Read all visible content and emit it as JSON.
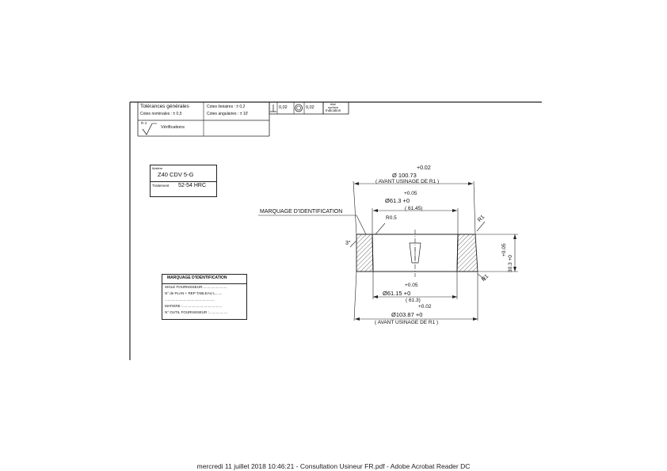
{
  "title_block": {
    "general_tolerances": "Tolérances générales",
    "general_tolerances_sub": "Cotes nominales : ± 0,5",
    "linear_dims": "Cotes linéaires : ± 0,2",
    "angular_dims": "Cotes angulaires : ± 10'",
    "flatness_value": "0,02",
    "circularity_value": "0,02",
    "surface_note_1": "état",
    "surface_note_2": "surface",
    "surface_note_3": "Indication",
    "roughness_value": "R 4",
    "verifications": "Vérifications"
  },
  "material_box": {
    "matiere_label": "Matière",
    "matiere_value": "Z40 CDV 5-G",
    "traitement_label": "Traitement",
    "traitement_value": "52-54 HRC"
  },
  "marking_box": {
    "title": "MARQUAGE D'IDENTIFICATION",
    "line1": "SIGLE FOURNISSEUR.........................",
    "line2": "N° de PLAN + REP TABLEAU L.......",
    "line3": "..................................................",
    "line4": "MATIERE :........................................",
    "line5": "N° OUTIL FOURNISSEUR :..................."
  },
  "drawing": {
    "top_dia_tol": "+0.02",
    "top_dia": "Ø 100.73",
    "top_note": "( AVANT USINAGE DE R1 )",
    "mid_tol": "+0.05",
    "mid_dia": "Ø61.3 +0",
    "mid_ref": "( 61.45)",
    "marking_label": "MARQUAGE D'IDENTIFICATION",
    "r_small": "R0.5",
    "angle": "3°",
    "r1_top": "R1",
    "r1_bottom": "R1",
    "height_tol": "+0.05",
    "height_val": "30.3 +0",
    "bot_tol": "+0.05",
    "bot_dia": "Ø61.15 +0",
    "bot_ref": "( 61.3)",
    "bot_big_tol": "+0.02",
    "bot_big_dia": "Ø103.87 +0",
    "bot_note": "( AVANT USINAGE DE R1 )"
  },
  "footer": {
    "text": "mercredi 11 juillet 2018 10:46:21 - Consultation Usineur FR.pdf - Adobe Acrobat Reader DC"
  }
}
